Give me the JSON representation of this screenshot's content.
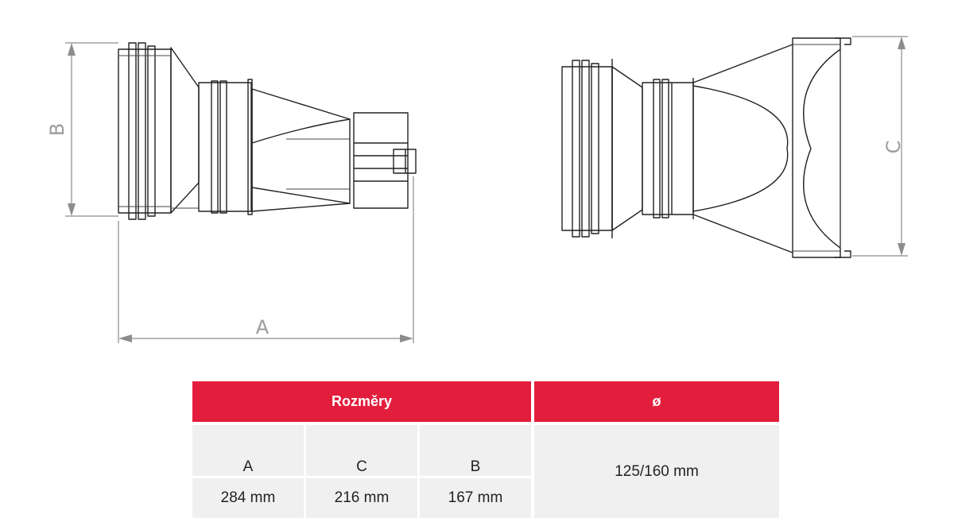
{
  "drawing": {
    "dimension_labels": {
      "a": "A",
      "b": "B",
      "c": "C"
    },
    "colors": {
      "outline": "#222222",
      "dimension": "#8c8c8c"
    }
  },
  "table": {
    "header_dimensions": "Rozměry",
    "header_diameter": "ø",
    "columns": [
      "A",
      "C",
      "B"
    ],
    "values": [
      "284 mm",
      "216 mm",
      "167 mm"
    ],
    "diameter_value": "125/160 mm",
    "colors": {
      "header_bg": "#e31e3c",
      "cell_bg": "#f0f0f0"
    }
  }
}
